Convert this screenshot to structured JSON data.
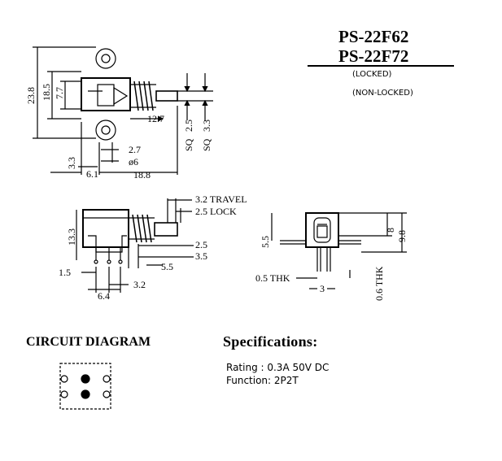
{
  "models": {
    "locked_model": "PS-22F62",
    "nonlocked_model": "PS-22F72",
    "locked_note": "(LOCKED)",
    "nonlocked_note": "(NON-LOCKED)"
  },
  "top_view_dims": {
    "d1": "23.8",
    "d2": "18.5",
    "d3": "7.7",
    "d4": "12.7",
    "d5": "2.5",
    "d6": "SQ",
    "d7": "3.3",
    "d8": "SQ",
    "d9": "3.3",
    "d10": "2.7",
    "d11": "ø6",
    "d12": "6.1",
    "d13": "18.8"
  },
  "side_view_dims": {
    "travel": "3.2 TRAVEL",
    "lock": "2.5 LOCK",
    "height": "13.3",
    "d1": "2.5",
    "d2": "3.5",
    "d3": "5.5",
    "d4": "1.5",
    "d5": "3.2",
    "d6": "6.4"
  },
  "end_view_dims": {
    "height1": "5.5",
    "h2": "8",
    "h3": "9.8",
    "thk1": "0.5 THK",
    "width": "3",
    "thk2": "0.6 THK"
  },
  "circuit": {
    "title": "CIRCUIT DIAGRAM"
  },
  "specs": {
    "title": "Specifications:",
    "rating": "Rating : 0.3A 50V DC",
    "function": "Function: 2P2T"
  }
}
